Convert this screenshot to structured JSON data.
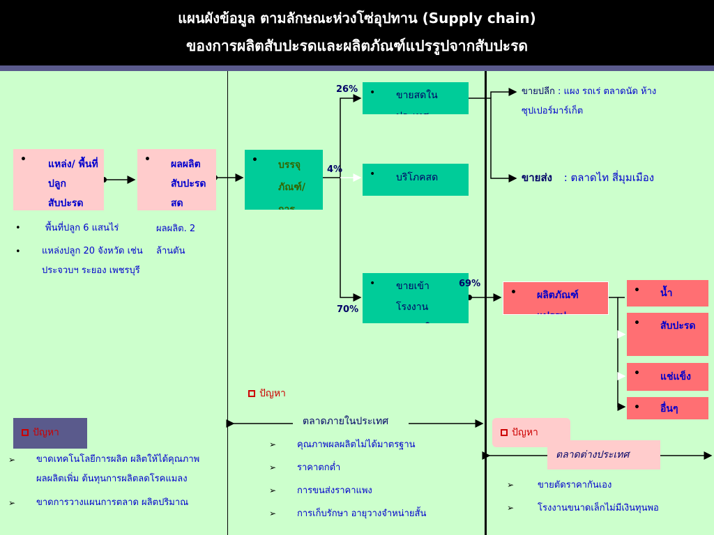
{
  "header": {
    "line1": "แผนผังข้อมูล ตามลักษณะห่วงโซ่อุปทาน (Supply chain)",
    "line2": "ของการผลิตสับปะรดและผลิตภัณฑ์แปรรูปจากสับปะรด"
  },
  "flow": {
    "source": "แหล่ง/ พื้นที่ปลูกสับปะรด",
    "produce": "ผลผลิตสับปะรดสด",
    "packing": "บรรจุภัณฑ์/ การขนส่ง",
    "fresh_domestic": "ขายสดในประเทศ",
    "consume_fresh": "บริโภคสด",
    "factory": "ขายเข้าโรงงานแปรรูปในประเทศ",
    "processed": "ผลิตภัณฑ์แปรรูป",
    "juice": "น้ำสับปะรด",
    "canned": "สับปะรด",
    "frozen": "แช่แข็ง",
    "others": "อื่นๆ",
    "bullet": "•"
  },
  "percents": {
    "fresh": "26%",
    "consume": "4%",
    "factory": "70%",
    "processed": "69%"
  },
  "notes": {
    "area_bullet": "•",
    "area": "พื้นที่ปลูก 6 แสนไร่",
    "sources": "แหล่งปลูก 20 จังหวัด เช่นประจวบฯ ระยอง เพชรบุรี",
    "yield": "ผลผลิต. 2 ล้านตัน",
    "retail_label": "ขายปลีก",
    "retail_text": ": แผง รถเร่ ตลาดนัด ห้างซุปเปอร์มาร์เก็ต",
    "wholesale_label": "ขายส่ง",
    "wholesale_text": ": ตลาดไท สี่มุมเมือง"
  },
  "markets": {
    "domestic": "ตลาดภายในประเทศ",
    "foreign": "ตลาดต่างประเทศ"
  },
  "problems": {
    "label": "ปัญหา",
    "arrow": "➢",
    "production": [
      "ขาดเทคโนโลยีการผลิต ผลิตให้ได้คุณภาพ ผลผลิตเพิ่ม ต้นทุนการผลิตลดโรคแมลง",
      "ขาดการวางแผนการตลาด ผลิตปริมาณ"
    ],
    "domestic": [
      "คุณภาพผลผลิตไม่ได้มาตรฐาน",
      "ราคาตกต่ำ",
      "การขนส่งราคาแพง",
      "การเก็บรักษา อายุวางจำหน่ายสั้น"
    ],
    "foreign": [
      "ขายตัดราคากันเอง",
      "โรงงานขนาดเล็กไม่มีเงินทุนพอ"
    ]
  }
}
